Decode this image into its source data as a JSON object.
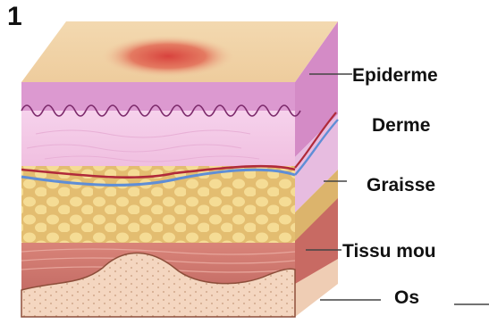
{
  "figure": {
    "number": "1",
    "colors": {
      "skin_top": "#f2d4a8",
      "erythema": "#d94b43",
      "epidermis": "#dc9ad2",
      "dermis": "#f3c6e6",
      "fat": "#e6c277",
      "fat_globule": "#f4da92",
      "muscle": "#c86f68",
      "bone": "#f3d4bd",
      "artery": "#b02a3a",
      "vein": "#5f8ed6"
    },
    "layers": [
      {
        "id": "epiderme",
        "label": "Epiderme"
      },
      {
        "id": "derme",
        "label": "Derme"
      },
      {
        "id": "graisse",
        "label": "Graisse"
      },
      {
        "id": "tissu-mou",
        "label": "Tissu mou"
      },
      {
        "id": "os",
        "label": "Os"
      }
    ]
  }
}
